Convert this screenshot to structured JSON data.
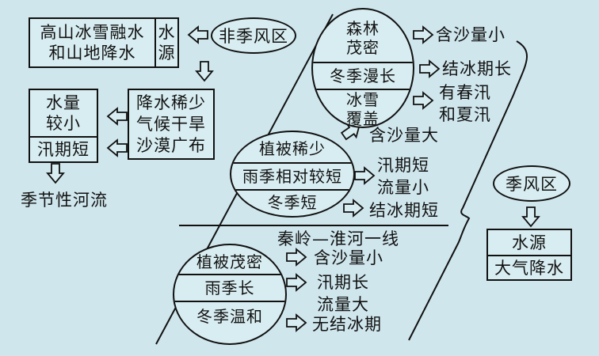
{
  "non_monsoon": {
    "label": "非季风区",
    "source_text": [
      "高山冰雪融水",
      "和山地降水"
    ],
    "source_label": [
      "水",
      "源"
    ],
    "climate": [
      "降水稀少",
      "气候干旱",
      "沙漠广布"
    ],
    "water": [
      "水量",
      "较小"
    ],
    "flood": "汛期短",
    "result": "季节性河流"
  },
  "northeast": {
    "factors": [
      [
        "森林",
        "茂密"
      ],
      [
        "冬季漫长"
      ],
      [
        "冰雪",
        "覆盖"
      ]
    ],
    "effects": [
      [
        "含沙量小"
      ],
      [
        "结冰期长"
      ],
      [
        "有春汛",
        "和夏汛"
      ]
    ]
  },
  "north": {
    "factors": [
      "植被稀少",
      "雨季相对较短",
      "冬季短"
    ],
    "effects": [
      [
        "含沙量大"
      ],
      [
        "汛期短",
        "流量小"
      ],
      [
        "结冰期短"
      ]
    ]
  },
  "qinling_line": "秦岭—淮河一线",
  "south": {
    "factors": [
      "植被茂密",
      "雨季长",
      "冬季温和"
    ],
    "effects": [
      [
        "含沙量小"
      ],
      [
        "汛期长",
        "流量大"
      ],
      [
        "无结冰期"
      ]
    ]
  },
  "monsoon": {
    "label": "季风区",
    "source_label": "水源",
    "source_value": "大气降水"
  }
}
